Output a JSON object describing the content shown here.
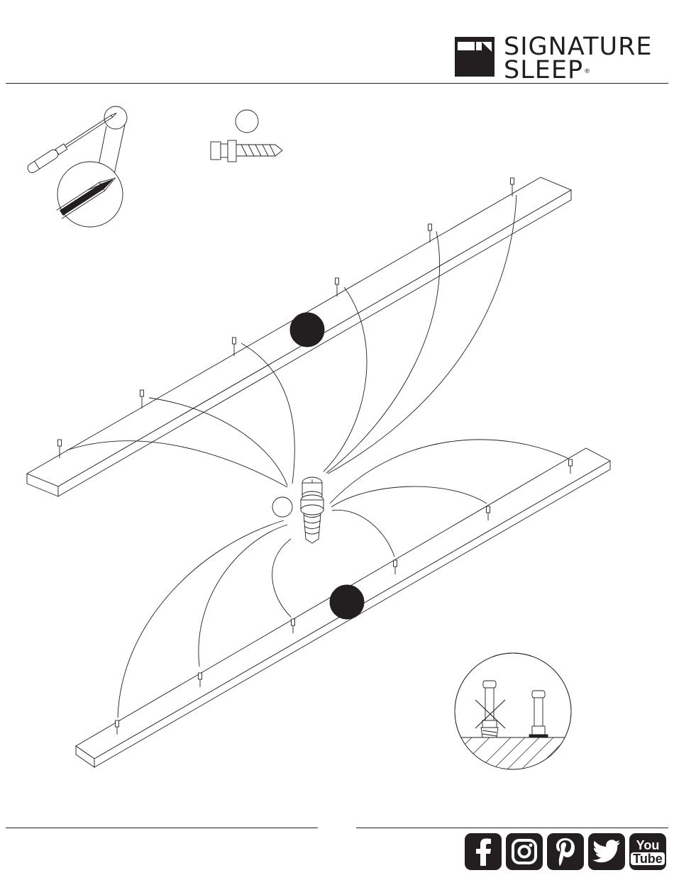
{
  "header": {
    "brand_line1": "SIGNATURE",
    "brand_line2": "SLEEP",
    "brand_mark": "®"
  },
  "icons": {
    "tool": "phillips-screwdriver-icon",
    "part": "cam-bolt-icon",
    "detail": "correct-incorrect-installation-detail"
  },
  "footer": {
    "social": [
      "facebook",
      "instagram",
      "pinterest",
      "twitter",
      "youtube"
    ],
    "youtube_label_top": "You",
    "youtube_label_bottom": "Tube"
  },
  "colors": {
    "ink": "#231f20",
    "paper": "#ffffff"
  }
}
